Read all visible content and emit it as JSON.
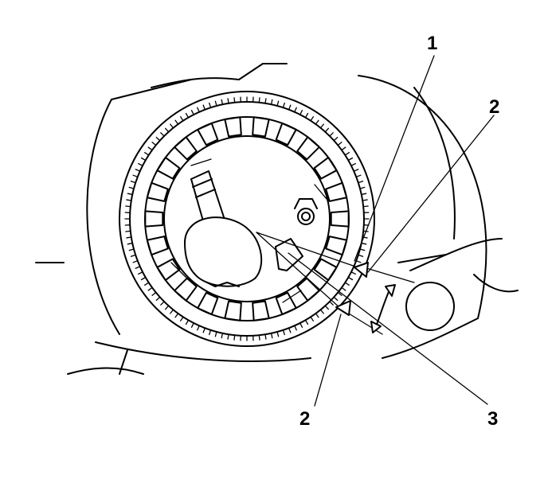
{
  "callouts": [
    {
      "id": "callout-1",
      "label": "1"
    },
    {
      "id": "callout-2-upper",
      "label": "2"
    },
    {
      "id": "callout-2-lower",
      "label": "2"
    },
    {
      "id": "callout-3",
      "label": "3"
    }
  ],
  "colors": {
    "ink": "#000000",
    "paper": "#ffffff"
  }
}
